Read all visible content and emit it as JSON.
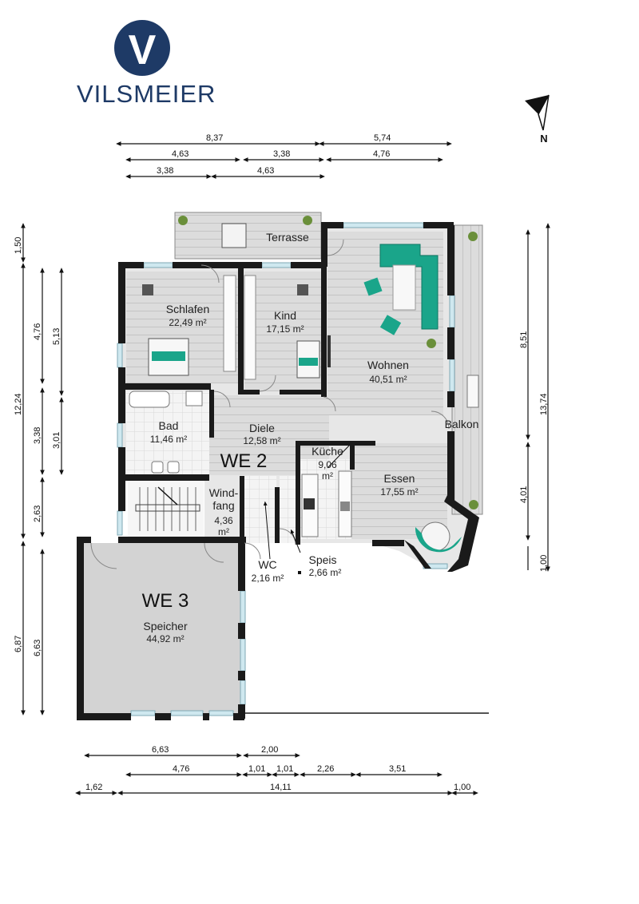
{
  "brand": {
    "logo_letter": "V",
    "name": "VILSMEIER",
    "color": "#1e3a66"
  },
  "compass": {
    "label": "N"
  },
  "units": {
    "WE2": "WE 2",
    "WE3": "WE 3"
  },
  "rooms": {
    "terrasse": {
      "name": "Terrasse"
    },
    "schlafen": {
      "name": "Schlafen",
      "area": "22,49 m²"
    },
    "kind": {
      "name": "Kind",
      "area": "17,15 m²"
    },
    "wohnen": {
      "name": "Wohnen",
      "area": "40,51 m²"
    },
    "bad": {
      "name": "Bad",
      "area": "11,46 m²"
    },
    "diele": {
      "name": "Diele",
      "area": "12,58 m²"
    },
    "balkon": {
      "name": "Balkon"
    },
    "kueche": {
      "name": "Küche",
      "area_1": "9,06",
      "area_2": "m²"
    },
    "essen": {
      "name": "Essen",
      "area": "17,55 m²"
    },
    "windfang": {
      "name_1": "Wind-",
      "name_2": "fang",
      "area_1": "4,36",
      "area_2": "m²"
    },
    "wc": {
      "name": "WC",
      "area": "2,16 m²"
    },
    "speis": {
      "name": "Speis",
      "area": "2,66 m²"
    },
    "speicher": {
      "name": "Speicher",
      "area": "44,92 m²"
    }
  },
  "dimensions": {
    "top": [
      "8,37",
      "5,74",
      "4,63",
      "3,38",
      "4,76",
      "3,38",
      "4,63"
    ],
    "left": [
      "1,50",
      "12,24",
      "4,76",
      "5,13",
      "3,38",
      "3,01",
      "2,63",
      "6,87",
      "6,63"
    ],
    "right": [
      "8,51",
      "13,74",
      "4,01",
      "1,00"
    ],
    "bottom": [
      "6,63",
      "2,00",
      "4,76",
      "1,01",
      "1,01",
      "2,26",
      "3,51",
      "1,62",
      "14,11",
      "1,00"
    ]
  },
  "colors": {
    "wall": "#1a1a1a",
    "floor": "#e6e6e6",
    "speicher_floor": "#d4d4d4",
    "accent": "#1aa58a",
    "window": "#cfe8ef",
    "wood": "#d9d9d9"
  }
}
